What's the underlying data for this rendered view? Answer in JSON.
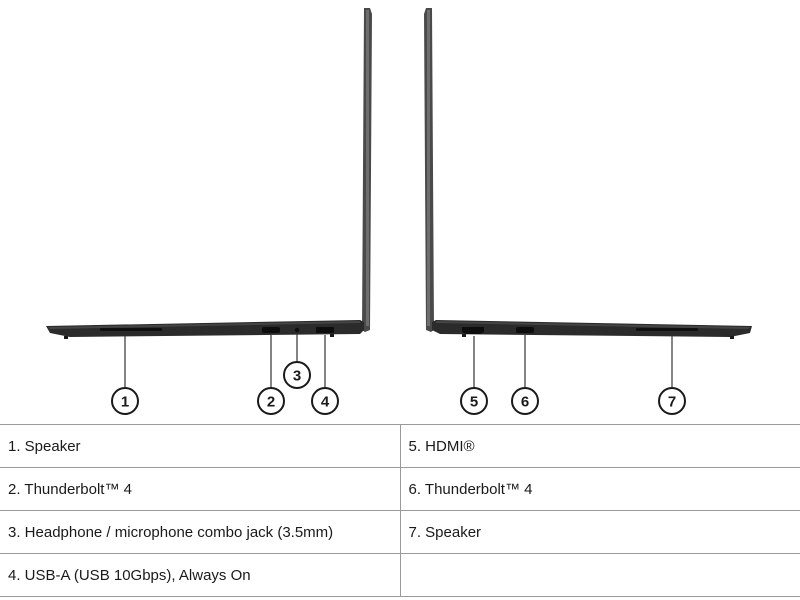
{
  "callouts": [
    "1",
    "2",
    "3",
    "4",
    "5",
    "6",
    "7"
  ],
  "table": {
    "rows": [
      [
        "1. Speaker",
        "5. HDMI®"
      ],
      [
        "2. Thunderbolt™ 4",
        "6. Thunderbolt™ 4"
      ],
      [
        "3. Headphone / microphone combo jack (3.5mm)",
        "7. Speaker"
      ],
      [
        "4. USB-A (USB 10Gbps), Always On",
        ""
      ]
    ]
  },
  "colors": {
    "chassis": "#2b2b2b",
    "lid": "#4a4a4a",
    "border": "#9a9a9a",
    "text": "#1a1a1a"
  }
}
